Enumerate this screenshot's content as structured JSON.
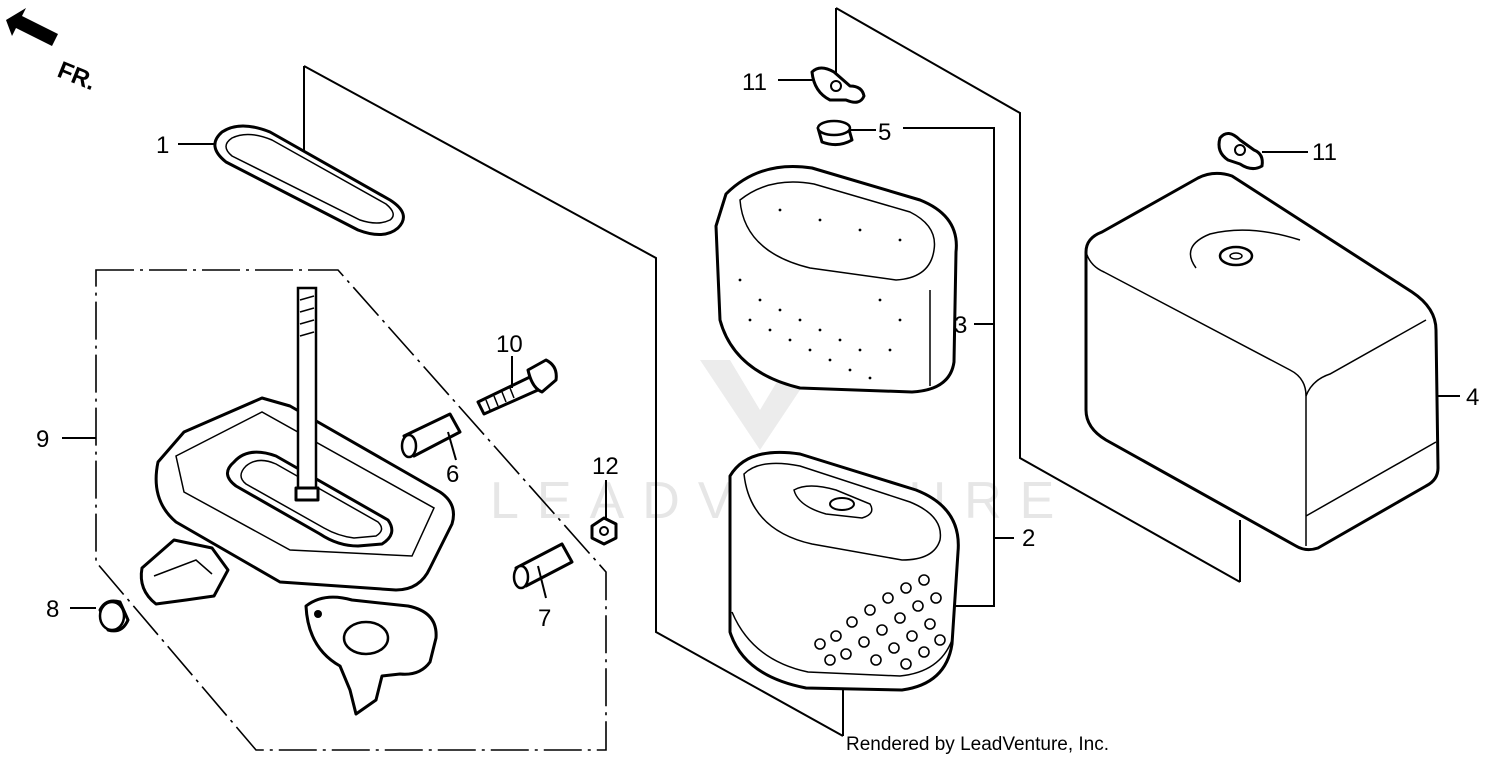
{
  "direction_indicator": {
    "label": "FR."
  },
  "watermark": {
    "text": "LEADVENTURE"
  },
  "credit": {
    "text": "Rendered by LeadVenture, Inc."
  },
  "callouts": [
    {
      "id": "1",
      "label": "1"
    },
    {
      "id": "2",
      "label": "2"
    },
    {
      "id": "3",
      "label": "3"
    },
    {
      "id": "4",
      "label": "4"
    },
    {
      "id": "5",
      "label": "5"
    },
    {
      "id": "6",
      "label": "6"
    },
    {
      "id": "7",
      "label": "7"
    },
    {
      "id": "8",
      "label": "8"
    },
    {
      "id": "9",
      "label": "9"
    },
    {
      "id": "10",
      "label": "10"
    },
    {
      "id": "11a",
      "label": "11"
    },
    {
      "id": "11b",
      "label": "11"
    },
    {
      "id": "12",
      "label": "12"
    }
  ]
}
